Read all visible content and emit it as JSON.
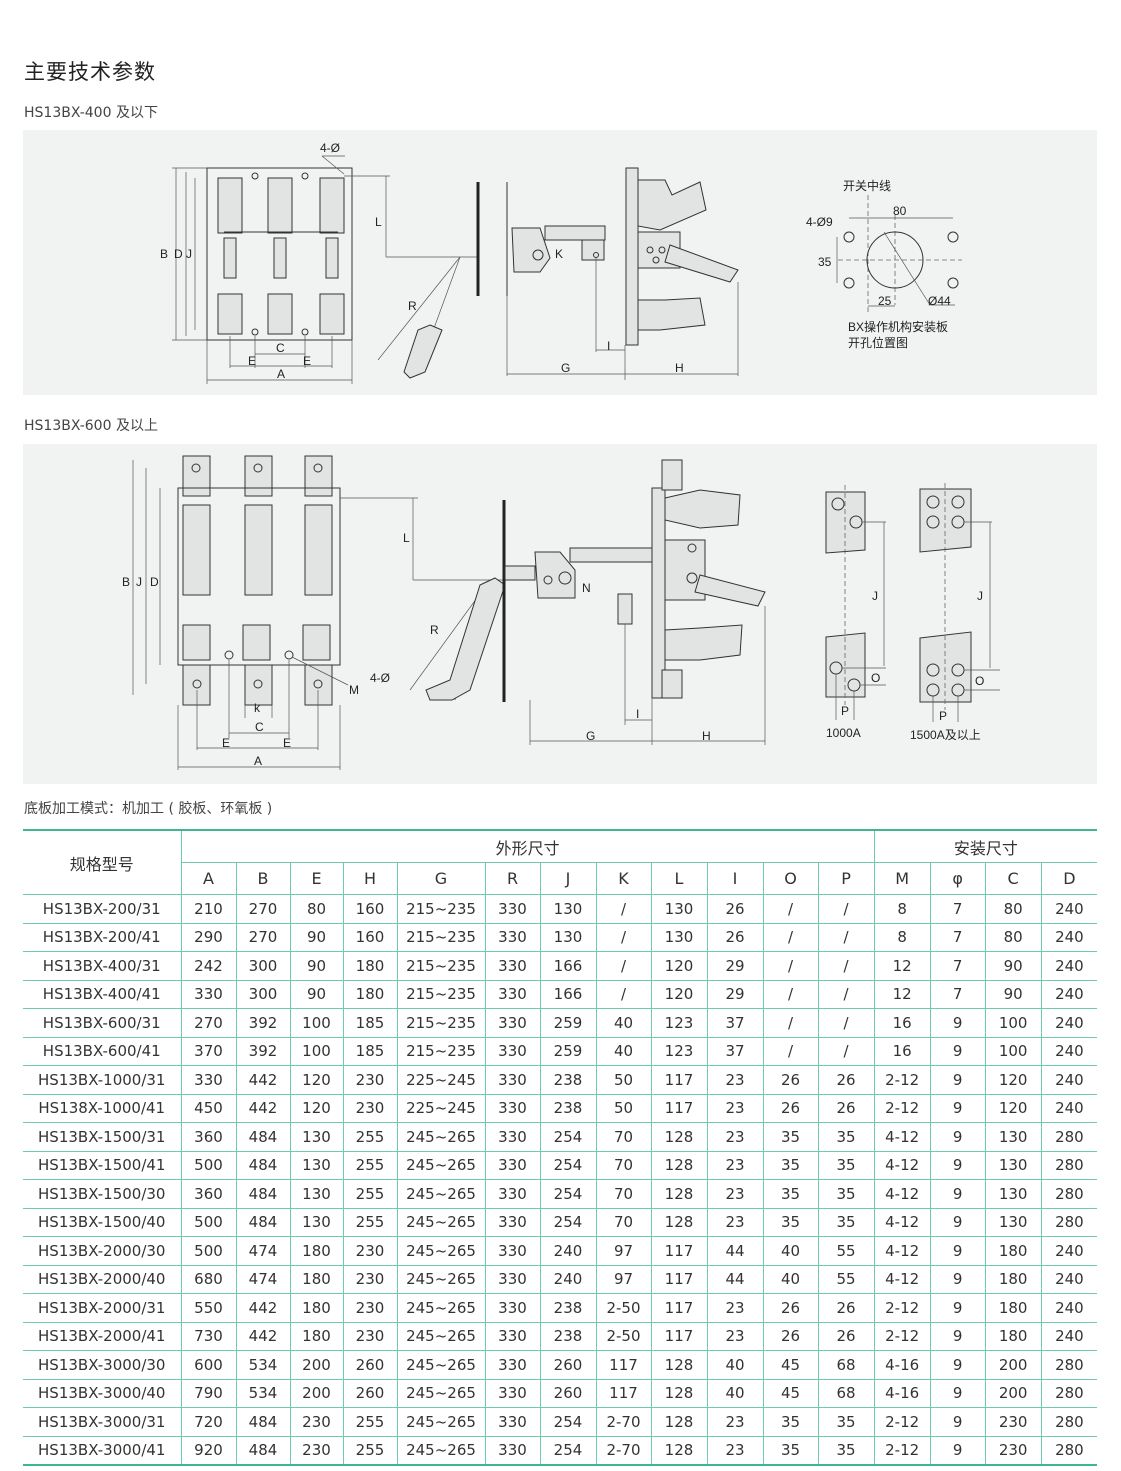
{
  "page": {
    "title": "主要技术参数",
    "section1_label": "HS13BX-400 及以下",
    "section2_label": "HS13BX-600 及以上",
    "base_note": "底板加工模式：机加工 ( 胶板、环氧板 )"
  },
  "diagram1": {
    "dims": {
      "B": "B",
      "D": "D",
      "J": "J",
      "L": "L",
      "R": "R",
      "C": "C",
      "E1": "E",
      "E2": "E",
      "A": "A",
      "holes": "4-Ø",
      "K": "K",
      "G": "G",
      "H": "H",
      "I": "I"
    },
    "mount": {
      "center_line": "开关中线",
      "w80": "80",
      "holes": "4-Ø9",
      "h35": "35",
      "w25": "25",
      "dia": "Ø44",
      "caption1": "BX操作机构安装板",
      "caption2": "开孔位置图"
    }
  },
  "diagram2": {
    "dims": {
      "B": "B",
      "J": "J",
      "D": "D",
      "L": "L",
      "R": "R",
      "holes": "4-Ø",
      "M": "M",
      "k": "k",
      "C": "C",
      "E1": "E",
      "E2": "E",
      "A": "A",
      "N": "N",
      "G": "G",
      "H": "H",
      "I": "I"
    },
    "terminals": {
      "J1": "J",
      "O1": "O",
      "P1": "P",
      "label1": "1000A",
      "J2": "J",
      "O2": "O",
      "P2": "P",
      "label2": "1500A及以上"
    }
  },
  "table": {
    "model_header": "规格型号",
    "group_outline": "外形尺寸",
    "group_install": "安装尺寸",
    "columns": [
      "A",
      "B",
      "E",
      "H",
      "G",
      "R",
      "J",
      "K",
      "L",
      "I",
      "O",
      "P",
      "M",
      "φ",
      "C",
      "D"
    ],
    "rows": [
      [
        "HS13BX-200/31",
        "210",
        "270",
        "80",
        "160",
        "215~235",
        "330",
        "130",
        "/",
        "130",
        "26",
        "/",
        "/",
        "8",
        "7",
        "80",
        "240"
      ],
      [
        "HS13BX-200/41",
        "290",
        "270",
        "90",
        "160",
        "215~235",
        "330",
        "130",
        "/",
        "130",
        "26",
        "/",
        "/",
        "8",
        "7",
        "80",
        "240"
      ],
      [
        "HS13BX-400/31",
        "242",
        "300",
        "90",
        "180",
        "215~235",
        "330",
        "166",
        "/",
        "120",
        "29",
        "/",
        "/",
        "12",
        "7",
        "90",
        "240"
      ],
      [
        "HS13BX-400/41",
        "330",
        "300",
        "90",
        "180",
        "215~235",
        "330",
        "166",
        "/",
        "120",
        "29",
        "/",
        "/",
        "12",
        "7",
        "90",
        "240"
      ],
      [
        "HS13BX-600/31",
        "270",
        "392",
        "100",
        "185",
        "215~235",
        "330",
        "259",
        "40",
        "123",
        "37",
        "/",
        "/",
        "16",
        "9",
        "100",
        "240"
      ],
      [
        "HS13BX-600/41",
        "370",
        "392",
        "100",
        "185",
        "215~235",
        "330",
        "259",
        "40",
        "123",
        "37",
        "/",
        "/",
        "16",
        "9",
        "100",
        "240"
      ],
      [
        "HS13BX-1000/31",
        "330",
        "442",
        "120",
        "230",
        "225~245",
        "330",
        "238",
        "50",
        "117",
        "23",
        "26",
        "26",
        "2-12",
        "9",
        "120",
        "240"
      ],
      [
        "HS138X-1000/41",
        "450",
        "442",
        "120",
        "230",
        "225~245",
        "330",
        "238",
        "50",
        "117",
        "23",
        "26",
        "26",
        "2-12",
        "9",
        "120",
        "240"
      ],
      [
        "HS13BX-1500/31",
        "360",
        "484",
        "130",
        "255",
        "245~265",
        "330",
        "254",
        "70",
        "128",
        "23",
        "35",
        "35",
        "4-12",
        "9",
        "130",
        "280"
      ],
      [
        "HS13BX-1500/41",
        "500",
        "484",
        "130",
        "255",
        "245~265",
        "330",
        "254",
        "70",
        "128",
        "23",
        "35",
        "35",
        "4-12",
        "9",
        "130",
        "280"
      ],
      [
        "HS13BX-1500/30",
        "360",
        "484",
        "130",
        "255",
        "245~265",
        "330",
        "254",
        "70",
        "128",
        "23",
        "35",
        "35",
        "4-12",
        "9",
        "130",
        "280"
      ],
      [
        "HS13BX-1500/40",
        "500",
        "484",
        "130",
        "255",
        "245~265",
        "330",
        "254",
        "70",
        "128",
        "23",
        "35",
        "35",
        "4-12",
        "9",
        "130",
        "280"
      ],
      [
        "HS13BX-2000/30",
        "500",
        "474",
        "180",
        "230",
        "245~265",
        "330",
        "240",
        "97",
        "117",
        "44",
        "40",
        "55",
        "4-12",
        "9",
        "180",
        "240"
      ],
      [
        "HS13BX-2000/40",
        "680",
        "474",
        "180",
        "230",
        "245~265",
        "330",
        "240",
        "97",
        "117",
        "44",
        "40",
        "55",
        "4-12",
        "9",
        "180",
        "240"
      ],
      [
        "HS13BX-2000/31",
        "550",
        "442",
        "180",
        "230",
        "245~265",
        "330",
        "238",
        "2-50",
        "117",
        "23",
        "26",
        "26",
        "2-12",
        "9",
        "180",
        "240"
      ],
      [
        "HS13BX-2000/41",
        "730",
        "442",
        "180",
        "230",
        "245~265",
        "330",
        "238",
        "2-50",
        "117",
        "23",
        "26",
        "26",
        "2-12",
        "9",
        "180",
        "240"
      ],
      [
        "HS13BX-3000/30",
        "600",
        "534",
        "200",
        "260",
        "245~265",
        "330",
        "260",
        "117",
        "128",
        "40",
        "45",
        "68",
        "4-16",
        "9",
        "200",
        "280"
      ],
      [
        "HS13BX-3000/40",
        "790",
        "534",
        "200",
        "260",
        "245~265",
        "330",
        "260",
        "117",
        "128",
        "40",
        "45",
        "68",
        "4-16",
        "9",
        "200",
        "280"
      ],
      [
        "HS13BX-3000/31",
        "720",
        "484",
        "230",
        "255",
        "245~265",
        "330",
        "254",
        "2-70",
        "128",
        "23",
        "35",
        "35",
        "2-12",
        "9",
        "230",
        "280"
      ],
      [
        "HS13BX-3000/41",
        "920",
        "484",
        "230",
        "255",
        "245~265",
        "330",
        "254",
        "2-70",
        "128",
        "23",
        "35",
        "35",
        "2-12",
        "9",
        "230",
        "280"
      ]
    ]
  }
}
